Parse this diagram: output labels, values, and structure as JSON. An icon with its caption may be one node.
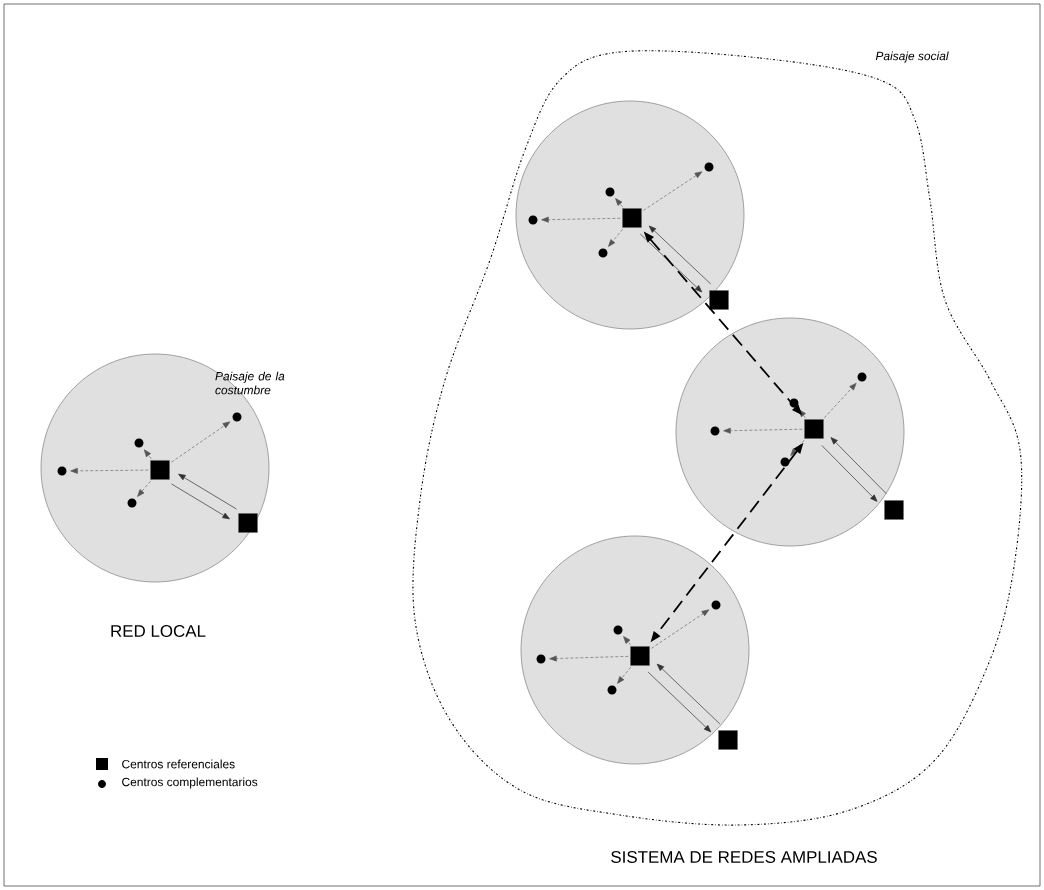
{
  "diagram": {
    "nodes": [
      {
        "text": [],
        "shape": "circle",
        "beside": [
          "Paisaje de la costumbre"
        ]
      },
      {
        "text": [],
        "shape": "box",
        "in": 0
      },
      {
        "text": [],
        "shape": "box",
        "in": 0
      },
      {
        "text": [],
        "shape": "circle",
        "in": 0
      },
      {
        "text": [],
        "shape": "circle",
        "in": 0
      },
      {
        "text": [],
        "shape": "circle",
        "in": 0
      },
      {
        "text": [],
        "shape": "circle",
        "in": 0
      },
      {
        "text": [
          "Paisaje social"
        ]
      },
      {
        "text": [],
        "shape": "circle",
        "in": 7
      },
      {
        "text": [],
        "shape": "box",
        "in": 8
      },
      {
        "text": [],
        "shape": "box",
        "in": 8
      },
      {
        "text": [],
        "shape": "circle",
        "in": 8
      },
      {
        "text": [],
        "shape": "circle",
        "in": 8
      },
      {
        "text": [],
        "shape": "circle",
        "in": 8
      },
      {
        "text": [],
        "shape": "circle",
        "in": 8
      },
      {
        "text": [],
        "shape": "circle",
        "in": 7
      },
      {
        "text": [],
        "shape": "box",
        "in": 15
      },
      {
        "text": [],
        "shape": "box",
        "in": 15
      },
      {
        "text": [],
        "shape": "circle",
        "in": 15
      },
      {
        "text": [],
        "shape": "circle",
        "in": 15
      },
      {
        "text": [],
        "shape": "circle",
        "in": 15
      },
      {
        "text": [],
        "shape": "circle",
        "in": 15
      },
      {
        "text": [],
        "shape": "circle",
        "in": 7
      },
      {
        "text": [],
        "shape": "box",
        "in": 22
      },
      {
        "text": [],
        "shape": "box",
        "in": 22
      },
      {
        "text": [],
        "shape": "circle",
        "in": 22
      },
      {
        "text": [],
        "shape": "circle",
        "in": 22
      },
      {
        "text": [],
        "shape": "circle",
        "in": 22
      },
      {
        "text": [],
        "shape": "circle",
        "in": 22
      }
    ],
    "edges": [
      {
        "from": 1,
        "to": 3,
        "arrow": "to",
        "style": "dashed",
        "color": "#555555"
      },
      {
        "from": 1,
        "to": 4,
        "arrow": "to",
        "style": "dashed",
        "color": "#555555"
      },
      {
        "from": 1,
        "to": 5,
        "arrow": "to",
        "style": "dashed",
        "color": "#555555"
      },
      {
        "from": 1,
        "to": 6,
        "arrow": "to",
        "style": "dashed",
        "color": "#555555"
      },
      {
        "from": 1,
        "to": 2,
        "arrow": "to"
      },
      {
        "from": 2,
        "to": 1,
        "arrow": "to"
      },
      {
        "from": 9,
        "to": 11,
        "arrow": "to",
        "style": "dashed",
        "color": "#555555"
      },
      {
        "from": 9,
        "to": 12,
        "arrow": "to",
        "style": "dashed",
        "color": "#555555"
      },
      {
        "from": 9,
        "to": 13,
        "arrow": "to",
        "style": "dashed",
        "color": "#555555"
      },
      {
        "from": 9,
        "to": 14,
        "arrow": "to",
        "style": "dashed",
        "color": "#555555"
      },
      {
        "from": 9,
        "to": 10,
        "arrow": "to"
      },
      {
        "from": 10,
        "to": 9,
        "arrow": "to"
      },
      {
        "from": 16,
        "to": 18,
        "arrow": "to",
        "style": "dashed",
        "color": "#555555"
      },
      {
        "from": 16,
        "to": 19,
        "arrow": "to",
        "style": "dashed",
        "color": "#555555"
      },
      {
        "from": 16,
        "to": 20,
        "arrow": "to",
        "style": "dashed",
        "color": "#555555"
      },
      {
        "from": 16,
        "to": 21,
        "arrow": "to",
        "style": "dashed",
        "color": "#555555"
      },
      {
        "from": 16,
        "to": 17,
        "arrow": "to"
      },
      {
        "from": 17,
        "to": 16,
        "arrow": "to"
      },
      {
        "from": 23,
        "to": 25,
        "arrow": "to",
        "style": "dashed",
        "color": "#555555"
      },
      {
        "from": 23,
        "to": 26,
        "arrow": "to",
        "style": "dashed",
        "color": "#555555"
      },
      {
        "from": 23,
        "to": 27,
        "arrow": "to",
        "style": "dashed",
        "color": "#555555"
      },
      {
        "from": 23,
        "to": 28,
        "arrow": "to",
        "style": "dashed",
        "color": "#555555"
      },
      {
        "from": 23,
        "to": 24,
        "arrow": "to"
      },
      {
        "from": 24,
        "to": 23,
        "arrow": "to"
      },
      {
        "from": 9,
        "to": 16,
        "arrow": "both",
        "style": "dashed"
      },
      {
        "from": 16,
        "to": 23,
        "arrow": "both",
        "style": "dashed"
      }
    ],
    "labels": [
      "RED LOCAL",
      "SISTEMA DE REDES AMPLIADAS"
    ],
    "legend": [
      {
        "text": "Centros referenciales"
      },
      {
        "text": "Centros complementarios"
      }
    ]
  }
}
